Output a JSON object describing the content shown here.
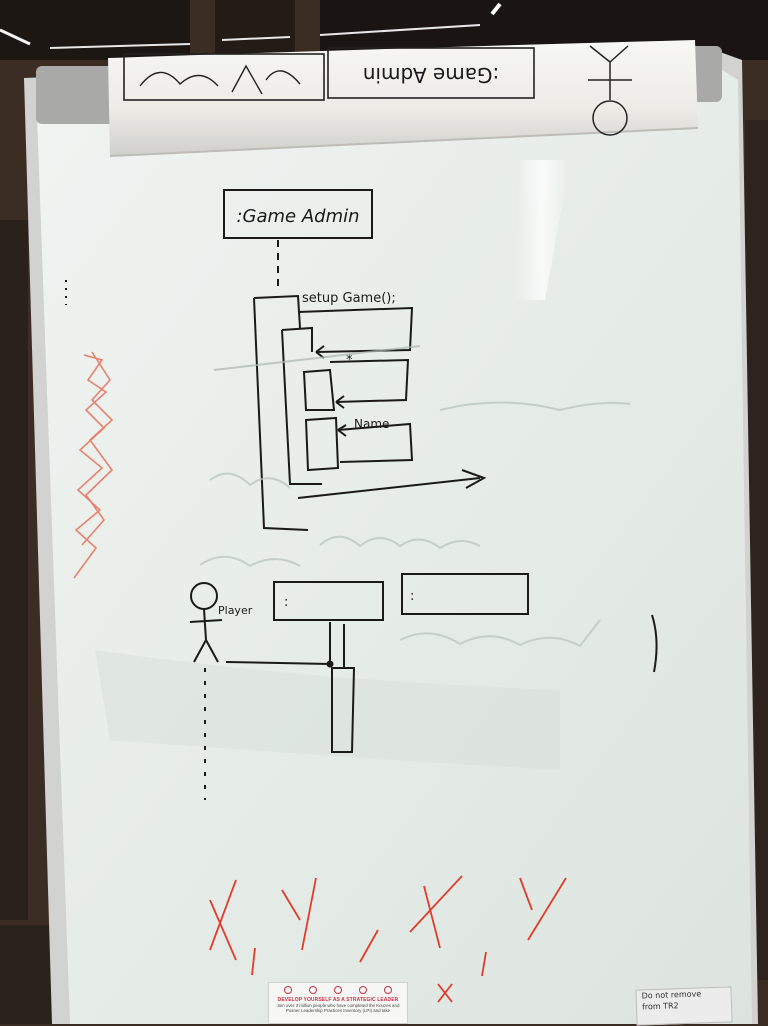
{
  "whiteboard": {
    "scroll_box_left": "M",
    "scroll_box_right": ":Game Admin",
    "lifeline_box": ":Game Admin",
    "message_setup": "setup Game();",
    "message_star": "*",
    "message_name": "Name",
    "actor_label": "Player",
    "box_colon_left": ":",
    "box_colon_right": ":",
    "red_marks": "X, Y, X, Y"
  },
  "poster": {
    "title": "DEVELOP YOURSELF AS A STRATEGIC LEADER",
    "body": "Join over 3 million people who have completed the Kouzes and Posner Leadership Practices Inventory (LPI) and take"
  },
  "sticky_note": {
    "line1": "Do not remove",
    "line2": "from TR2"
  },
  "colors": {
    "board": "#e9eeea",
    "marker_black": "#1a1a1a",
    "marker_red": "#e03c2a",
    "frame": "#c9c9c9",
    "wall": "#3a2c22"
  }
}
